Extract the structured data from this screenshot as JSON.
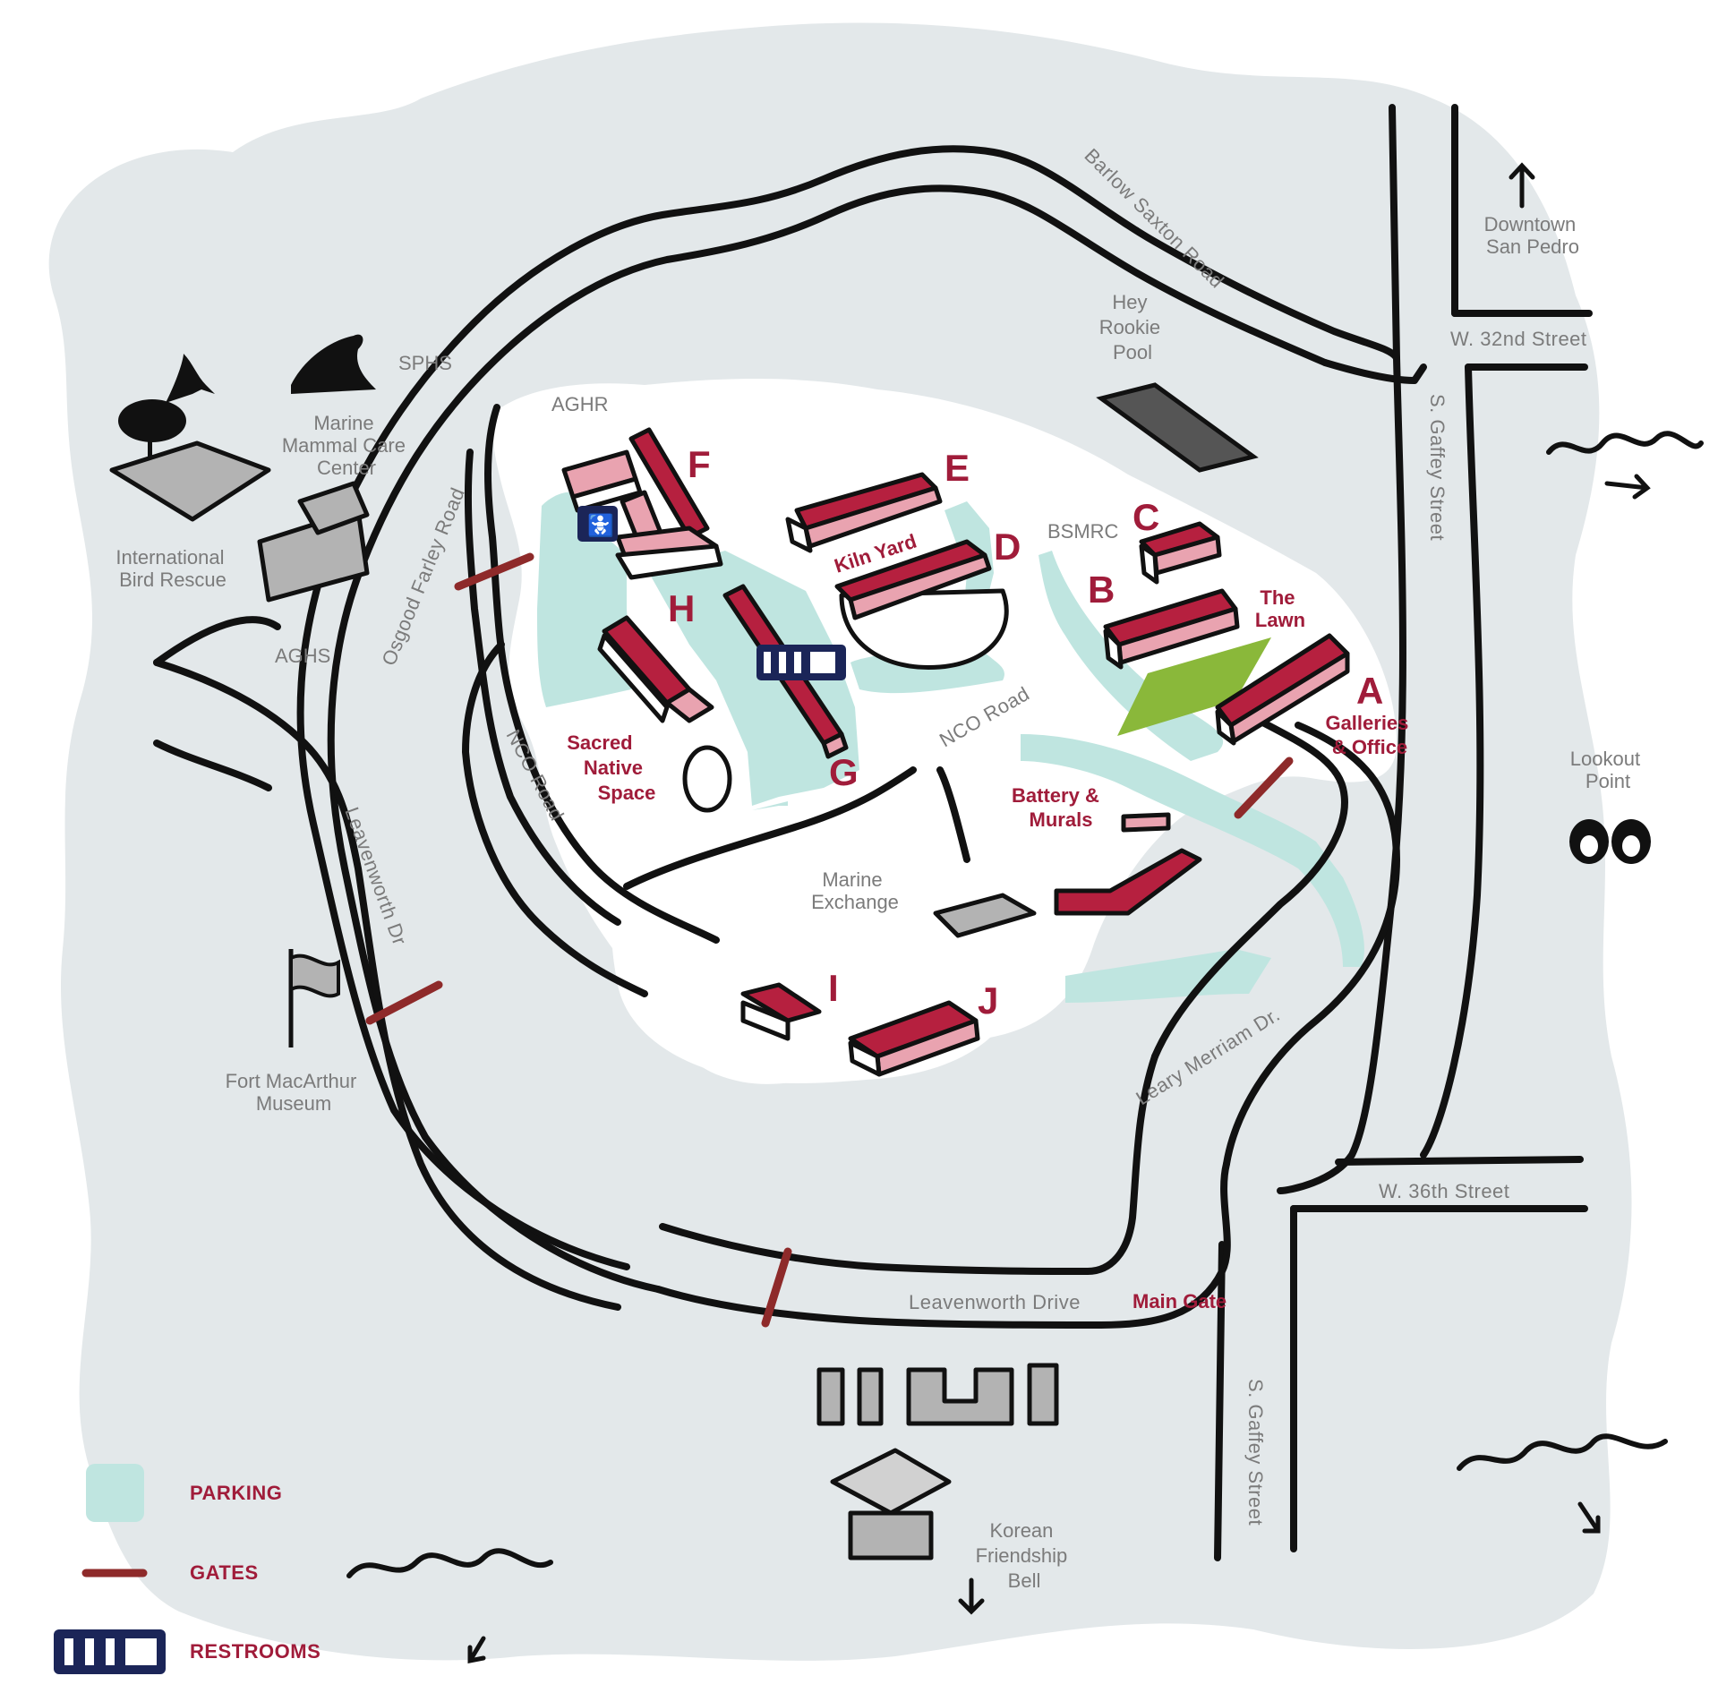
{
  "colors": {
    "land": "#e3e8ea",
    "campus": "#ffffff",
    "parking": "#bfe5e0",
    "gate": "#8e2a2a",
    "accent_red": "#a01c3a",
    "lawn": "#8ab83a",
    "restroom_bg": "#1b2558"
  },
  "roads": {
    "barlow_saxton": "Barlow Saxton Road",
    "osgood_farley": "Osgood Farley Road",
    "nco_road_west": "NCO Road",
    "nco_road_east": "NCO Road",
    "leavenworth_dr": "Leavenworth Dr",
    "leavenworth_drive": "Leavenworth Drive",
    "leary_merriam": "Leary Merriam Dr.",
    "gaffey_north": "S. Gaffey Street",
    "gaffey_south": "S. Gaffey Street",
    "w32nd": "W. 32nd Street",
    "w36th": "W. 36th Street"
  },
  "places": {
    "sphs": "SPHS",
    "aghr": "AGHR",
    "aghs": "AGHS",
    "bsmrc": "BSMRC",
    "marine_mammal": [
      "Marine",
      "Mammal Care",
      "Center"
    ],
    "bird_rescue": [
      "International",
      "Bird Rescue"
    ],
    "hey_rookie": [
      "Hey",
      "Rookie",
      "Pool"
    ],
    "downtown": [
      "Downtown",
      "San Pedro"
    ],
    "lookout": [
      "Lookout",
      "Point"
    ],
    "museum": [
      "Fort MacArthur",
      "Museum"
    ],
    "marine_exchange": [
      "Marine",
      "Exchange"
    ],
    "korean_bell": [
      "Korean",
      "Friendship",
      "Bell"
    ]
  },
  "areas": {
    "kiln_yard": "Kiln Yard",
    "the_lawn": [
      "The",
      "Lawn"
    ],
    "galleries": [
      "Galleries",
      "& Office"
    ],
    "sacred_space": [
      "Sacred",
      "Native",
      "Space"
    ],
    "battery": [
      "Battery &",
      "Murals"
    ],
    "main_gate": "Main Gate"
  },
  "buildings": [
    "A",
    "B",
    "C",
    "D",
    "E",
    "F",
    "G",
    "H",
    "I",
    "J"
  ],
  "legend": {
    "parking": "PARKING",
    "gates": "GATES",
    "restrooms": "RESTROOMS"
  },
  "icons": [
    "pelican-icon",
    "sea-lion-icon",
    "binoculars-icon",
    "flag-icon",
    "bell-pavilion-icon",
    "restroom-icon",
    "wave-icon",
    "arrow-icon",
    "pool-icon"
  ]
}
